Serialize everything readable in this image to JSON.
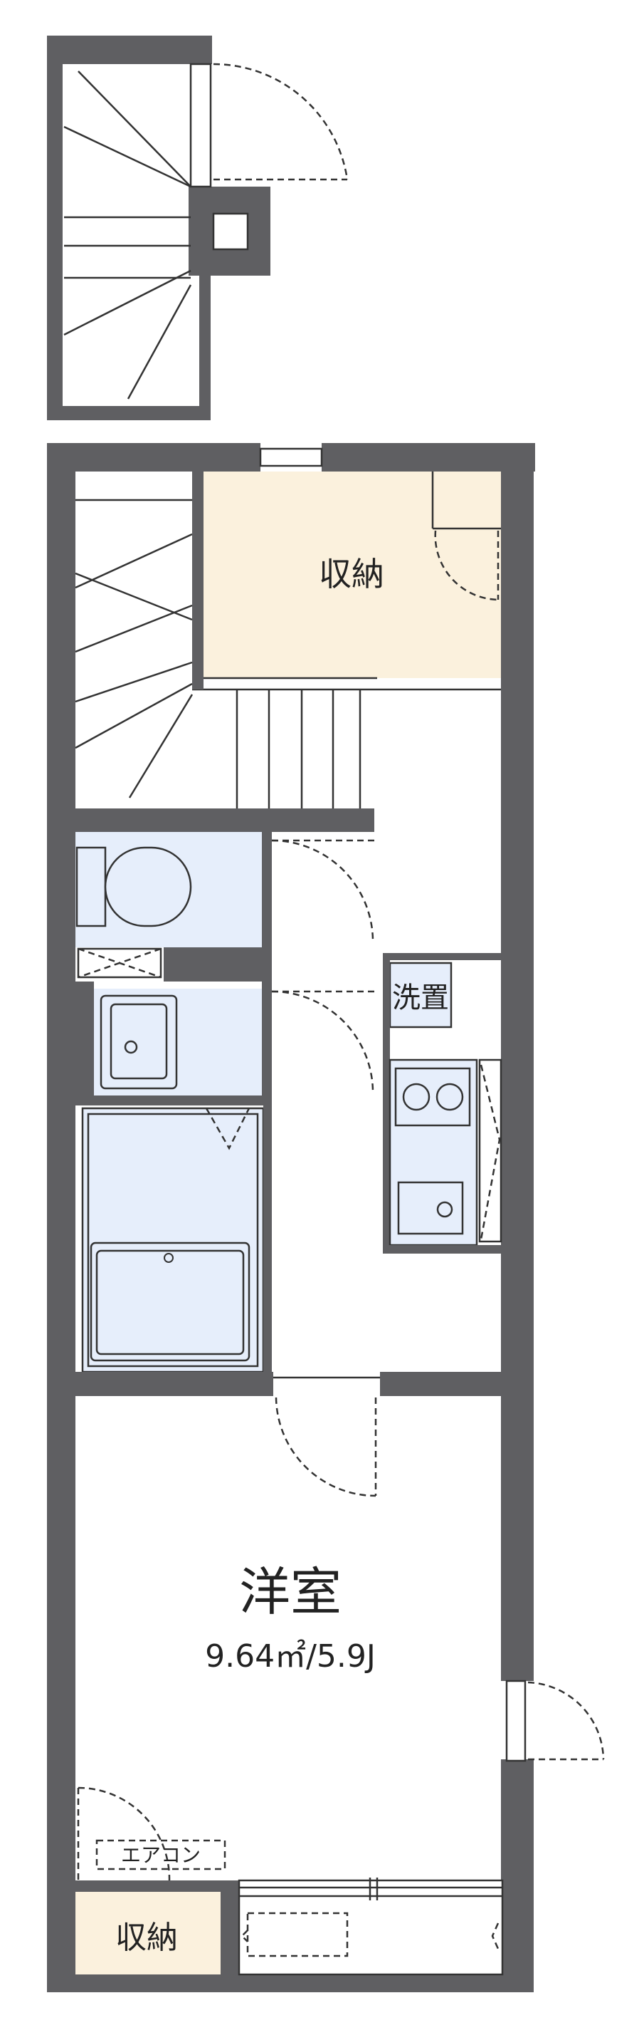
{
  "rooms": {
    "storage_upper": "収納",
    "laundry": "洗置",
    "western_room": "洋室",
    "western_room_area": "9.64㎡/5.9J",
    "aircon": "エアコン",
    "storage_lower": "収納"
  },
  "colors": {
    "wall": "#5f5f62",
    "storage_floor": "#fbf1dd",
    "wet_area": "#e6eefb",
    "line": "#333333"
  }
}
